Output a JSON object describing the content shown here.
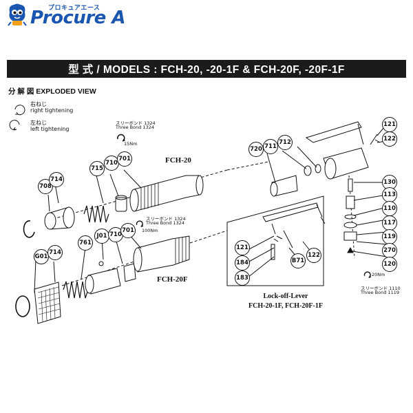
{
  "logo": {
    "kana": "プロキュアエース",
    "word": "Procure A"
  },
  "title": "型 式 / MODELS : FCH-20, -20-1F & FCH-20F, -20F-1F",
  "diagram": {
    "section_title": "分 解 図  EXPLODED VIEW",
    "legend_right_jp": "右ねじ",
    "legend_right_en": "right tightening",
    "legend_left_jp": "左ねじ",
    "legend_left_en": "left tightening",
    "model_fch20": "FCH-20",
    "model_fch20f": "FCH-20F",
    "lock_title_1": "Lock-off-Lever",
    "lock_title_2": "FCH-20-1F, FCH-20F-1F",
    "threebond_a_jp": "スリーボンド  1324",
    "threebond_a_en": "Three Bond  1324",
    "torque_a": "15Nm",
    "threebond_b_jp": "スリーボンド  1324",
    "threebond_b_en": "Three Bond  1324",
    "torque_b": "100Nm",
    "threebond_c_jp": "スリーボンド  1110",
    "threebond_c_en": "Three Bond  1119",
    "torque_c": "20Nm",
    "parts": [
      "708",
      "714",
      "715",
      "710",
      "701",
      "761",
      "J01",
      "710",
      "701",
      "G01",
      "714",
      "720",
      "711",
      "712",
      "121",
      "122",
      "130",
      "113",
      "110",
      "117",
      "119",
      "270",
      "120",
      "121",
      "184",
      "183",
      "B71",
      "122"
    ]
  }
}
